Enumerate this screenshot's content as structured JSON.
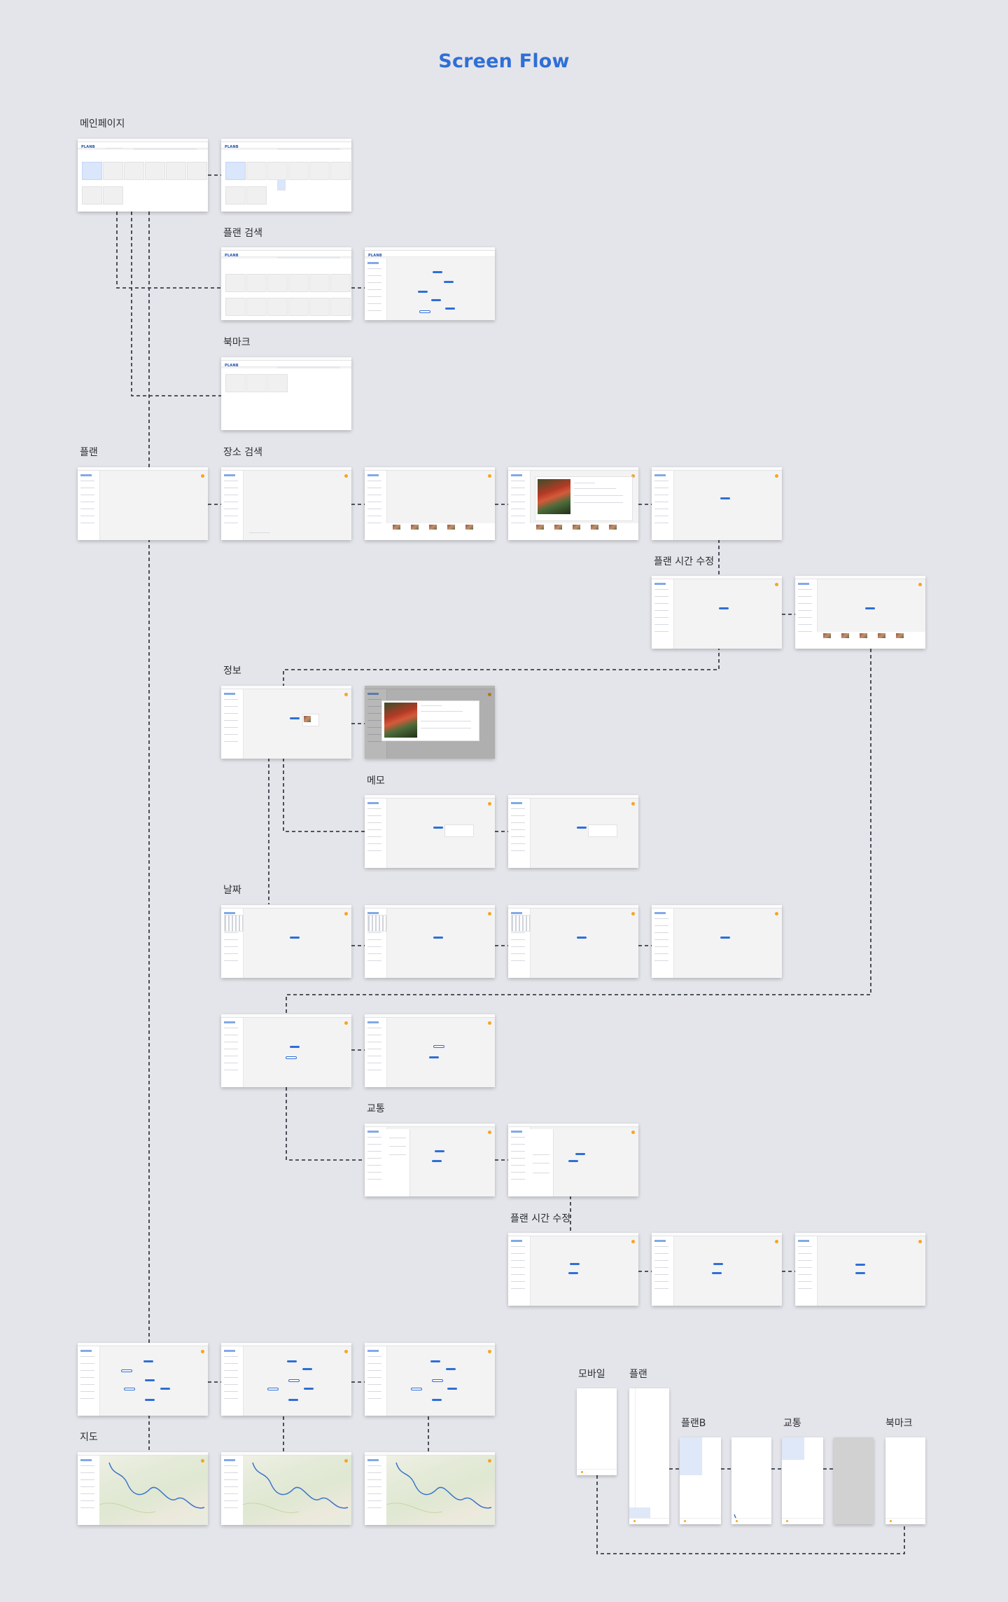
{
  "page": {
    "title": "Screen Flow"
  },
  "sections": {
    "main_page": "메인페이지",
    "plan_search": "플랜 검색",
    "bookmark": "북마크",
    "plan": "플랜",
    "place_search": "장소 검색",
    "plan_time_edit": "플랜 시간 수정",
    "info": "정보",
    "memo": "메모",
    "date": "날짜",
    "transport": "교통",
    "plan_time_edit_2": "플랜 시간 수정",
    "map": "지도",
    "mobile": "모바일",
    "mobile_plan": "플랜",
    "mobile_plan_b": "플랜B",
    "mobile_transport": "교통",
    "mobile_bookmark": "북마크"
  },
  "screen_text": {
    "logo": "PLANB"
  },
  "colors": {
    "background": "#e4e5ea",
    "accent": "#2f6fd6",
    "connector": "#3a3f4b",
    "avatar": "#f5a623"
  }
}
